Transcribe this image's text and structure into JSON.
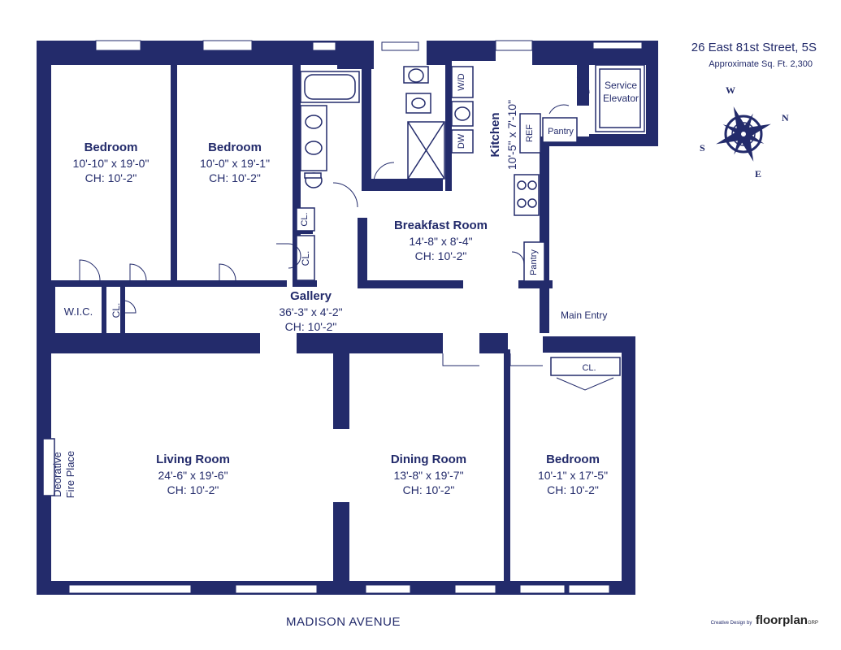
{
  "header": {
    "address": "26 East 81st Street, 5S",
    "sqft": "Approximate Sq. Ft. 2,300"
  },
  "compass": {
    "n": "N",
    "s": "S",
    "e": "E",
    "w": "W"
  },
  "rooms": {
    "bedroom1": {
      "name": "Bedroom",
      "dims": "10'-10\" x 19'-0\"",
      "ch": "CH: 10'-2\""
    },
    "bedroom2": {
      "name": "Bedroom",
      "dims": "10'-0\" x 19'-1\"",
      "ch": "CH: 10'-2\""
    },
    "breakfast": {
      "name": "Breakfast Room",
      "dims": "14'-8\" x 8'-4\"",
      "ch": "CH: 10'-2\""
    },
    "kitchen": {
      "name": "Kitchen",
      "dims": "10'-5\" x 7'-10\""
    },
    "gallery": {
      "name": "Gallery",
      "dims": "36'-3\" x 4'-2\"",
      "ch": "CH: 10'-2\""
    },
    "living": {
      "name": "Living Room",
      "dims": "24'-6\" x 19'-6\"",
      "ch": "CH: 10'-2\""
    },
    "dining": {
      "name": "Dining Room",
      "dims": "13'-8\" x 19'-7\"",
      "ch": "CH: 10'-2\""
    },
    "bedroom3": {
      "name": "Bedroom",
      "dims": "10'-1\" x 17'-5\"",
      "ch": "CH: 10'-2\""
    }
  },
  "fixtures": {
    "wic": "W.I.C.",
    "closet": "CL.",
    "wd": "W/D",
    "dw": "DW",
    "ref": "REF",
    "pantry": "Pantry",
    "service_elevator_1": "Service",
    "service_elevator_2": "Elevator",
    "main_entry": "Main Entry",
    "fireplace_1": "Deorative",
    "fireplace_2": "Fire Place"
  },
  "street": "MADISON AVENUE",
  "credit": {
    "prefix": "Creative Design by",
    "brand": "floorplan",
    "suffix": "GRP"
  },
  "colors": {
    "wall": "#232b6b",
    "background": "#ffffff"
  }
}
